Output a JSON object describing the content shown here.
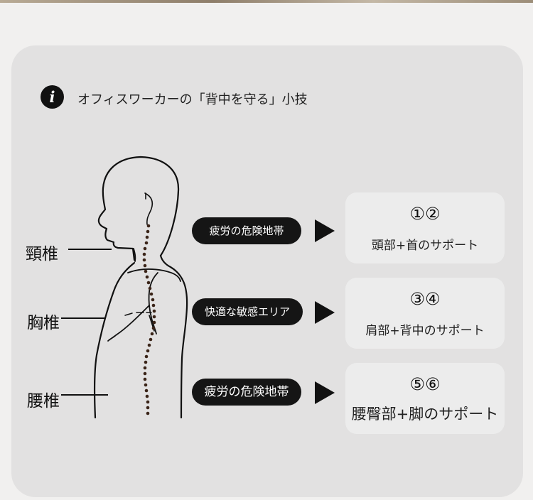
{
  "header": {
    "icon": "info-icon",
    "icon_glyph": "i",
    "title": "オフィスワーカーの「背中を守る」小技"
  },
  "labels": {
    "cervical": "頸椎",
    "thoracic": "胸椎",
    "lumbar": "腰椎"
  },
  "rows": [
    {
      "tag": "疲労の危険地帯",
      "numbers": "①②",
      "support": "頭部+首のサポート"
    },
    {
      "tag": "快適な敏感エリア",
      "numbers": "③④",
      "support": "肩部+背中のサポート"
    },
    {
      "tag": "疲労の危険地帯",
      "numbers": "⑤⑥",
      "support": "腰臀部+脚のサポート"
    }
  ]
}
